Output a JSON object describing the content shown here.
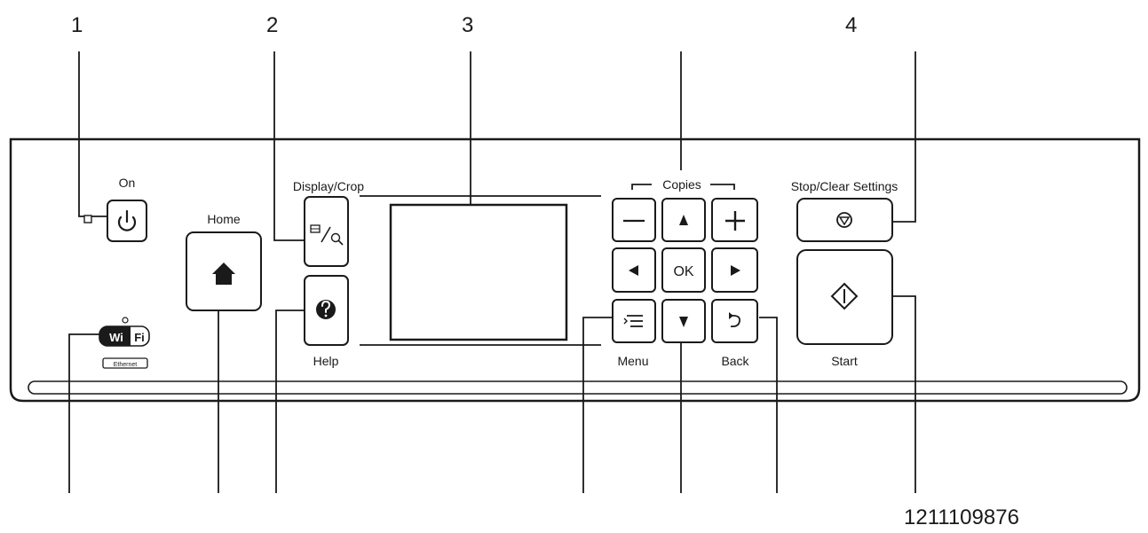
{
  "callouts": {
    "top": [
      "1",
      "2",
      "3",
      "4"
    ],
    "bottom": "1211109876"
  },
  "labels": {
    "on": "On",
    "home": "Home",
    "display_crop": "Display/Crop",
    "help": "Help",
    "copies": "Copies",
    "stop_clear": "Stop/Clear Settings",
    "menu": "Menu",
    "back": "Back",
    "start": "Start",
    "ok": "OK",
    "ethernet": "Ethernet",
    "wifi_wi": "Wi",
    "wifi_fi": "Fi"
  },
  "icons": {
    "power": "power-icon",
    "home": "home-icon",
    "display_crop": "display-crop-icon",
    "help": "help-icon",
    "minus": "minus-icon",
    "up": "arrow-up-icon",
    "plus": "plus-icon",
    "left": "arrow-left-icon",
    "right": "arrow-right-icon",
    "menu": "menu-icon",
    "down": "arrow-down-icon",
    "back": "back-icon",
    "stop": "stop-icon",
    "start": "start-icon",
    "wifi": "wifi-icon"
  }
}
